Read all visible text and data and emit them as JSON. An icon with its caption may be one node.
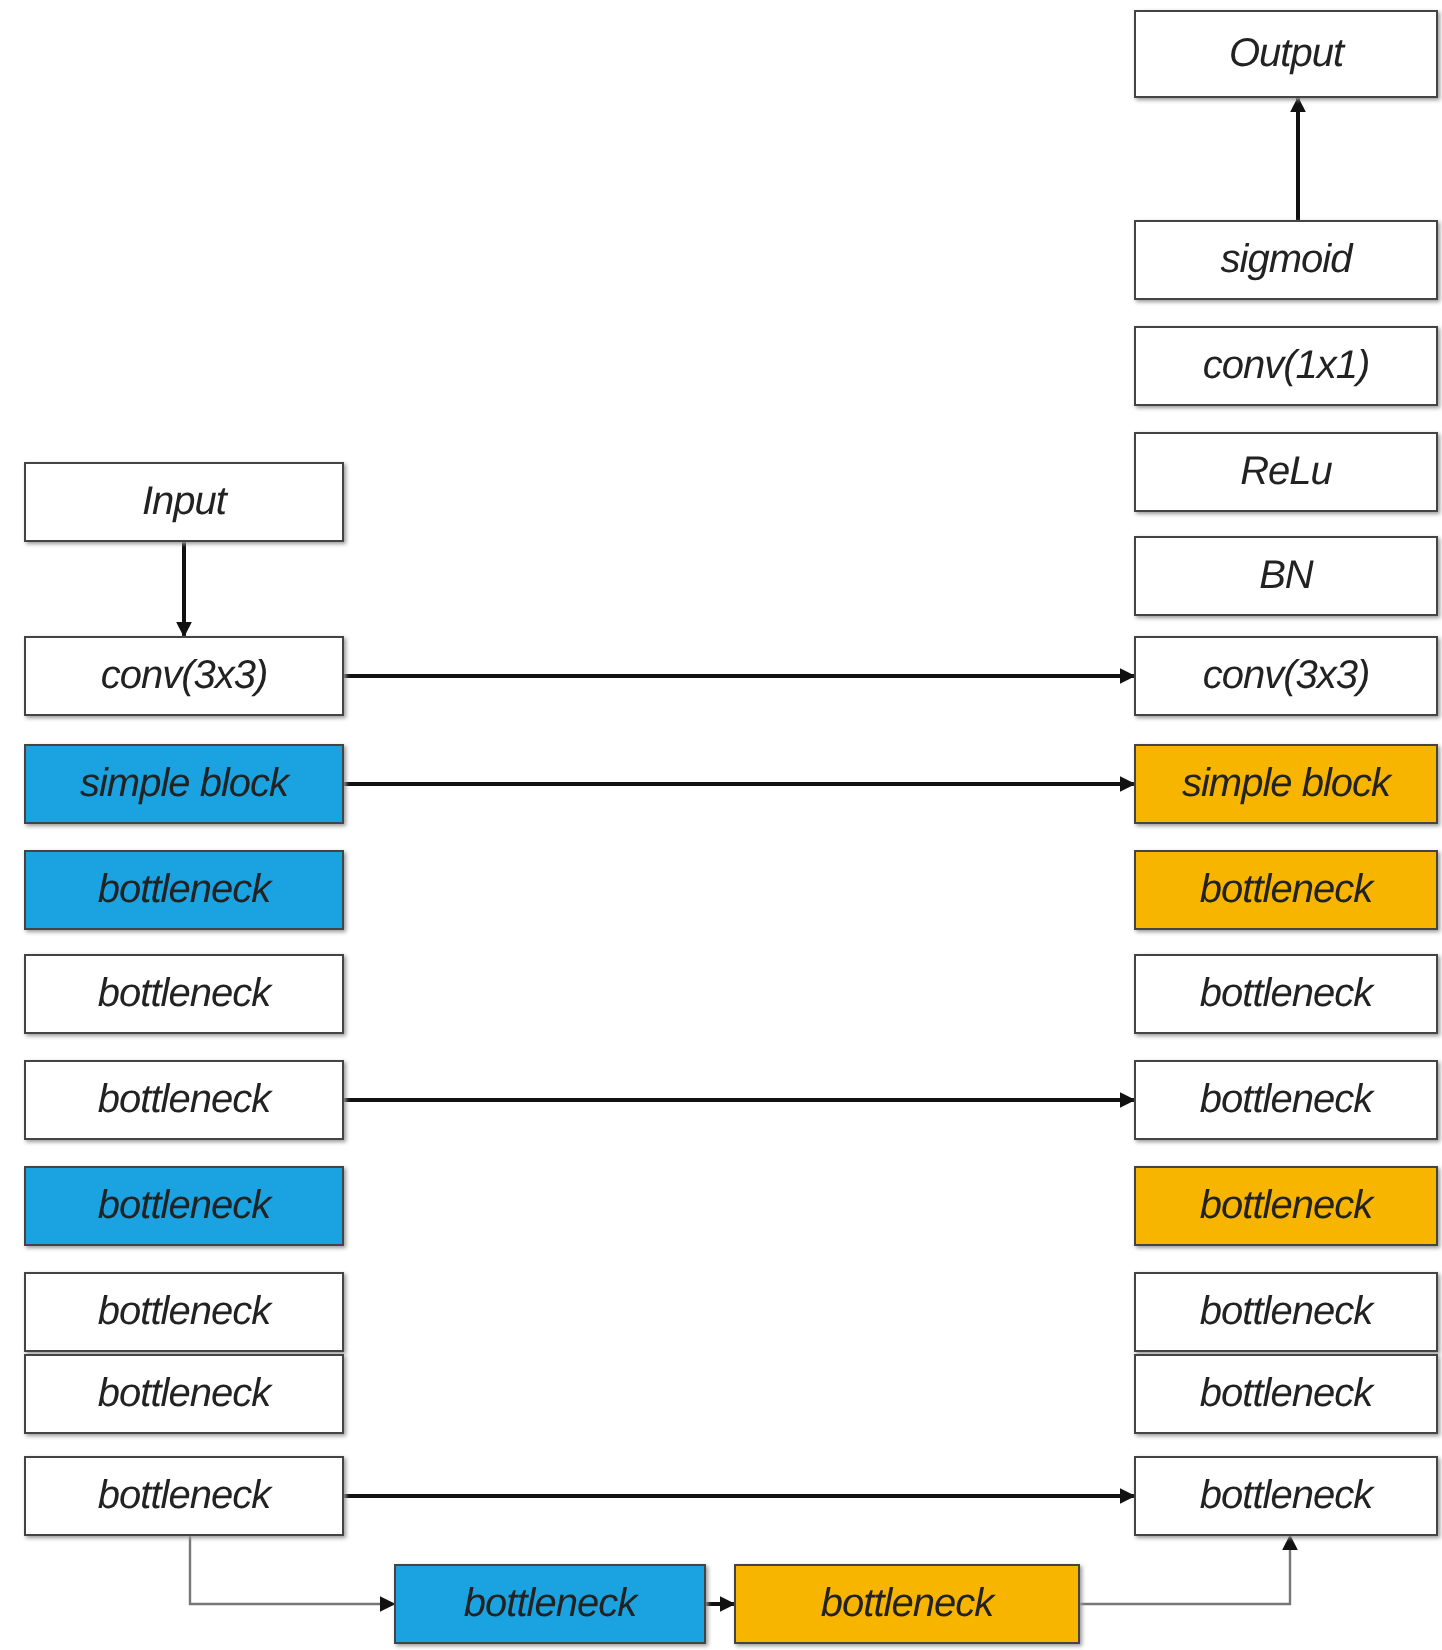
{
  "diagram": {
    "nodes": [
      {
        "text": [
          "Input"
        ]
      },
      {
        "text": [
          "conv(3x3)"
        ]
      },
      {
        "text": [
          "simple block"
        ]
      },
      {
        "text": [
          "bottleneck"
        ]
      },
      {
        "text": [
          "bottleneck"
        ]
      },
      {
        "text": [
          "bottleneck"
        ]
      },
      {
        "text": [
          "bottleneck"
        ]
      },
      {
        "text": [
          "bottleneck"
        ]
      },
      {
        "text": [
          "bottleneck"
        ]
      },
      {
        "text": [
          "bottleneck"
        ]
      },
      {
        "text": [
          "Output"
        ]
      },
      {
        "text": [
          "sigmoid"
        ]
      },
      {
        "text": [
          "conv(1x1)"
        ]
      },
      {
        "text": [
          "ReLu"
        ]
      },
      {
        "text": [
          "BN"
        ]
      },
      {
        "text": [
          "conv(3x3)"
        ]
      },
      {
        "text": [
          "simple block"
        ]
      },
      {
        "text": [
          "bottleneck"
        ]
      },
      {
        "text": [
          "bottleneck"
        ]
      },
      {
        "text": [
          "bottleneck"
        ]
      },
      {
        "text": [
          "bottleneck"
        ]
      },
      {
        "text": [
          "bottleneck"
        ]
      },
      {
        "text": [
          "bottleneck"
        ]
      },
      {
        "text": [
          "bottleneck"
        ]
      },
      {
        "text": [
          "bottleneck"
        ]
      },
      {
        "text": [
          "bottleneck"
        ]
      }
    ],
    "edges": [
      {
        "from": 0,
        "to": 1,
        "arrow": "to"
      },
      {
        "from": 1,
        "to": 15,
        "arrow": "to"
      },
      {
        "from": 2,
        "to": 16,
        "arrow": "to"
      },
      {
        "from": 5,
        "to": 19,
        "arrow": "to"
      },
      {
        "from": 9,
        "to": 23,
        "arrow": "to"
      },
      {
        "from": 9,
        "to": 24,
        "arrow": "to",
        "color": "#777777"
      },
      {
        "from": 24,
        "to": 25,
        "arrow": "to"
      },
      {
        "from": 25,
        "to": 23,
        "arrow": "to",
        "color": "#777777"
      },
      {
        "from": 11,
        "to": 10,
        "arrow": "to"
      }
    ]
  }
}
